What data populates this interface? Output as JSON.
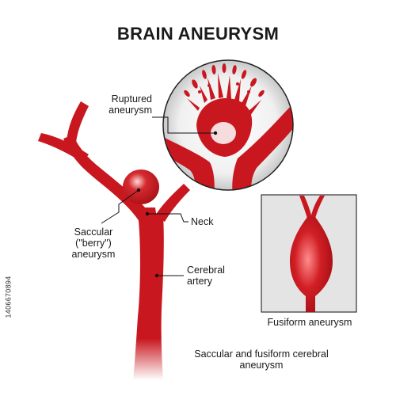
{
  "title": "BRAIN ANEURYSM",
  "labels": {
    "ruptured": "Ruptured aneurysm",
    "neck": "Neck",
    "saccular_line1": "Saccular",
    "saccular_line2": "(\"berry\")",
    "saccular_line3": "aneurysm",
    "cerebral": "Cerebral artery",
    "fusiform": "Fusiform aneurysm",
    "caption": "Saccular and fusiform cerebral aneurysm"
  },
  "stock_id": "1406670894",
  "colors": {
    "vessel": "#c8171e",
    "vessel_dark": "#a80f16",
    "inset_bg": "#e4e4e4",
    "inset_border": "#333333"
  }
}
